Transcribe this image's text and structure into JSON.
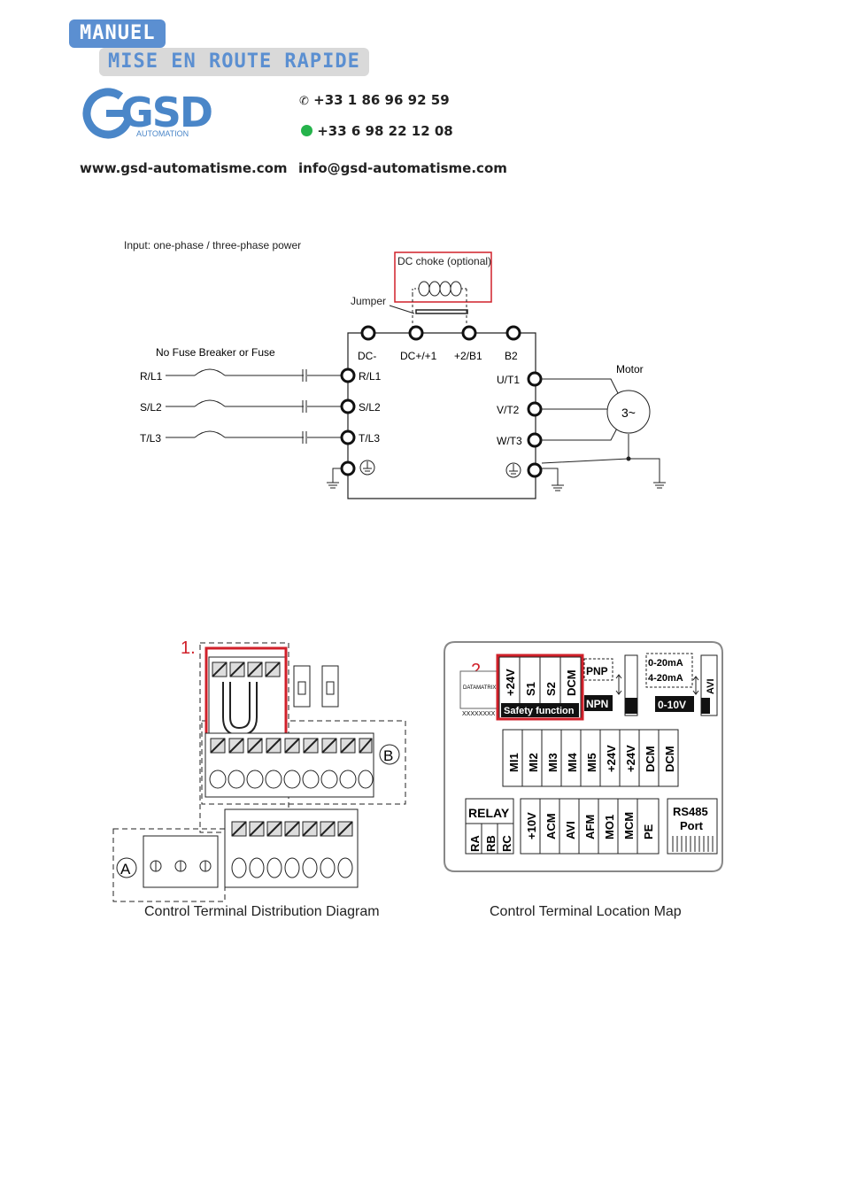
{
  "header": {
    "tag_manuel": "MANUEL",
    "tag_mise": "MISE EN ROUTE RAPIDE",
    "logo_text": "GSD",
    "logo_sub": "AUTOMATION",
    "phone1": "+33 1 86 96 92 59",
    "phone2": "+33 6 98 22 12 08",
    "website": "www.gsd-automatisme.com",
    "email": "info@gsd-automatisme.com",
    "brand_color": "#4a86c8",
    "accent_grey": "#d9d9d9"
  },
  "wiring": {
    "input_label": "Input: one-phase / three-phase power",
    "choke_label": "DC choke (optional)",
    "jumper_label": "Jumper",
    "breaker_label": "No Fuse Breaker or Fuse",
    "motor_label": "Motor",
    "motor_symbol": "3~",
    "top_terminals": [
      "DC-",
      "DC+/+1",
      "+2/B1",
      "B2"
    ],
    "input_lines": [
      "R/L1",
      "S/L2",
      "T/L3"
    ],
    "input_terminals": [
      "R/L1",
      "S/L2",
      "T/L3"
    ],
    "output_terminals": [
      "U/T1",
      "V/T2",
      "W/T3"
    ],
    "highlight_color": "#d0202a"
  },
  "terminals": {
    "marker1": "1.",
    "marker2": "2.",
    "label_a": "A",
    "label_b": "B",
    "caption_left": "Control Terminal Distribution Diagram",
    "caption_right": "Control Terminal Location Map",
    "datamatrix": "DATAMATRIX",
    "datamatrix_code": "XXXXXXXX",
    "safety_terminals": [
      "+24V",
      "S1",
      "S2",
      "DCM"
    ],
    "safety_label": "Safety function",
    "pnp": "PNP",
    "npn": "NPN",
    "ma1": "0-20mA",
    "ma2": "4-20mA",
    "v10": "0-10V",
    "avi": "AVI",
    "mid_terminals": [
      "MI1",
      "MI2",
      "MI3",
      "MI4",
      "MI5",
      "+24V",
      "+24V",
      "DCM",
      "DCM"
    ],
    "relay": "RELAY",
    "relay_terminals": [
      "RA",
      "RB",
      "RC"
    ],
    "bottom_terminals": [
      "+10V",
      "ACM",
      "AVI",
      "AFM",
      "MO1",
      "MCM",
      "PE"
    ],
    "rs485_1": "RS485",
    "rs485_2": "Port"
  }
}
